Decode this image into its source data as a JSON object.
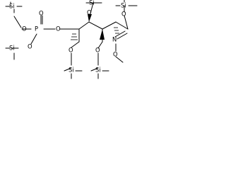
{
  "molecule": {
    "labels": {
      "tms_top_left": "Si",
      "tms_top_right": "Si",
      "o_1": "O",
      "p": "P",
      "o_2": "O",
      "o_3": "O",
      "tms_left": "Si",
      "o_4": "O",
      "o_5": "O",
      "n": "N",
      "o_6": "O",
      "o_7": "O",
      "tms_center": "Si",
      "o_8": "O",
      "o_9": "O",
      "tms_bottom_left": "Si",
      "tms_bottom_center": "Si"
    }
  }
}
